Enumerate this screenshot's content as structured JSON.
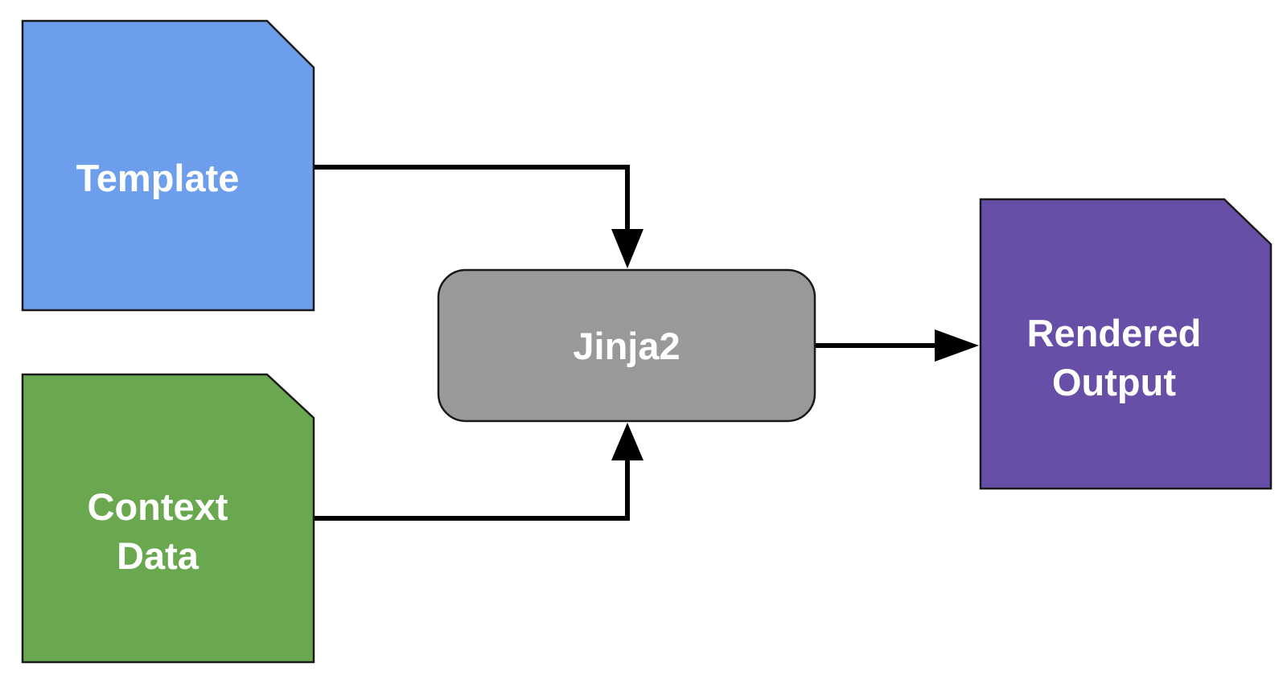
{
  "nodes": {
    "template": {
      "lines": [
        "Template"
      ],
      "color": "#6d9eeb"
    },
    "context": {
      "lines": [
        "Context",
        "Data"
      ],
      "color": "#6aa84f"
    },
    "engine": {
      "lines": [
        "Jinja2"
      ],
      "color": "#999999"
    },
    "output": {
      "lines": [
        "Rendered",
        "Output"
      ],
      "color": "#674ea7"
    }
  },
  "edges": [
    {
      "from": "template",
      "to": "engine"
    },
    {
      "from": "context",
      "to": "engine"
    },
    {
      "from": "engine",
      "to": "output"
    }
  ]
}
